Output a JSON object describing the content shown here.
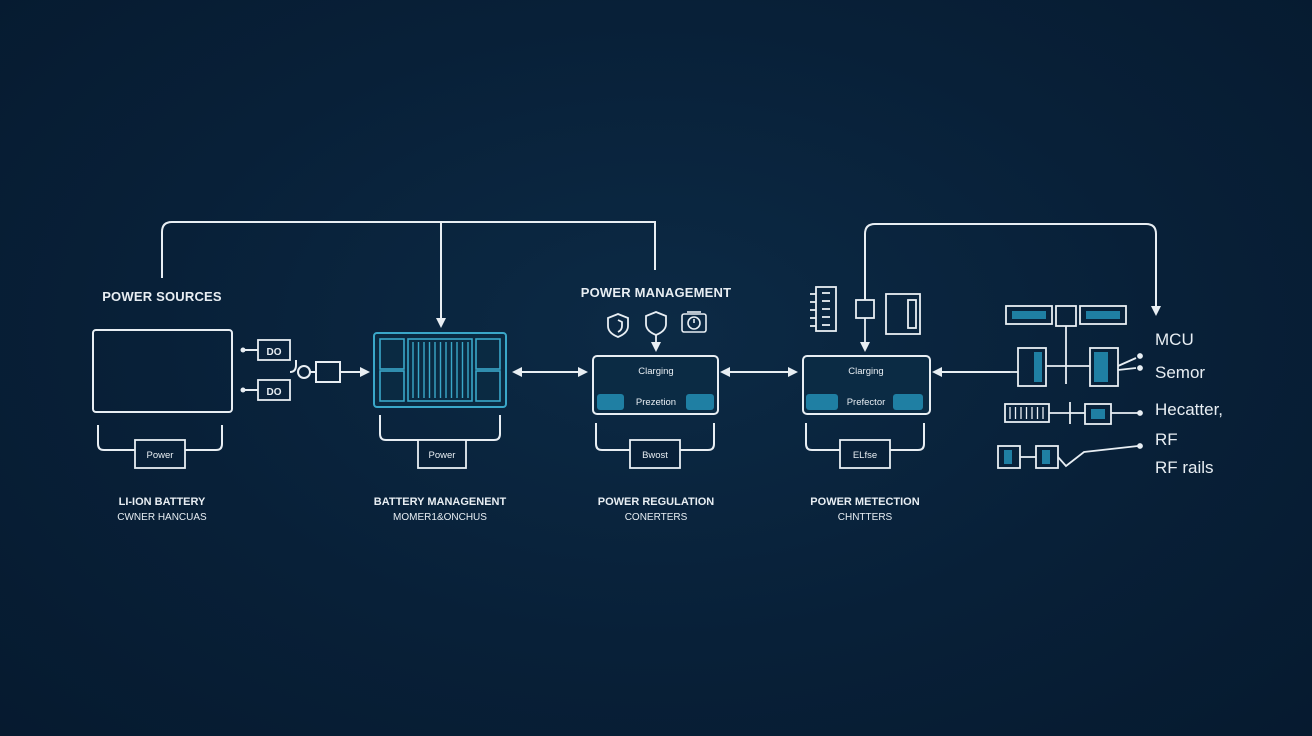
{
  "colors": {
    "background": "#082038",
    "line": "#e8eef3",
    "accent": "#3aa7c9",
    "accent_fill": "#1f7fa3"
  },
  "sources": {
    "title": "POWER SOURCES",
    "label_line1": "LI-ION BATTERY",
    "label_line2": "CWNER HANCUAS",
    "bottom_tag": "Power",
    "plug_top": "DO",
    "plug_bottom": "DO"
  },
  "battery": {
    "label_line1": "BATTERY MANAGENENT",
    "label_line2": "MOMER1&ONCHUS",
    "bottom_tag": "Power"
  },
  "management": {
    "title": "POWER MANAGEMENT",
    "charging": "Clarging",
    "protection": "Prezetion",
    "bottom_tag": "Bwost",
    "label_line1": "POWER REGULATION",
    "label_line2": "CONERTERS"
  },
  "detection": {
    "charging": "Clarging",
    "protection": "Prefector",
    "bottom_tag": "ELfse",
    "label_line1": "POWER METECTION",
    "label_line2": "CHNTTERS"
  },
  "outputs": {
    "items": [
      "MCU",
      "Semor",
      "Hecatter,",
      "RF",
      "RF rails"
    ]
  },
  "icons": [
    "shield-icon",
    "shield-arrow-icon",
    "timer-icon",
    "connector-icon",
    "chip-icon"
  ]
}
